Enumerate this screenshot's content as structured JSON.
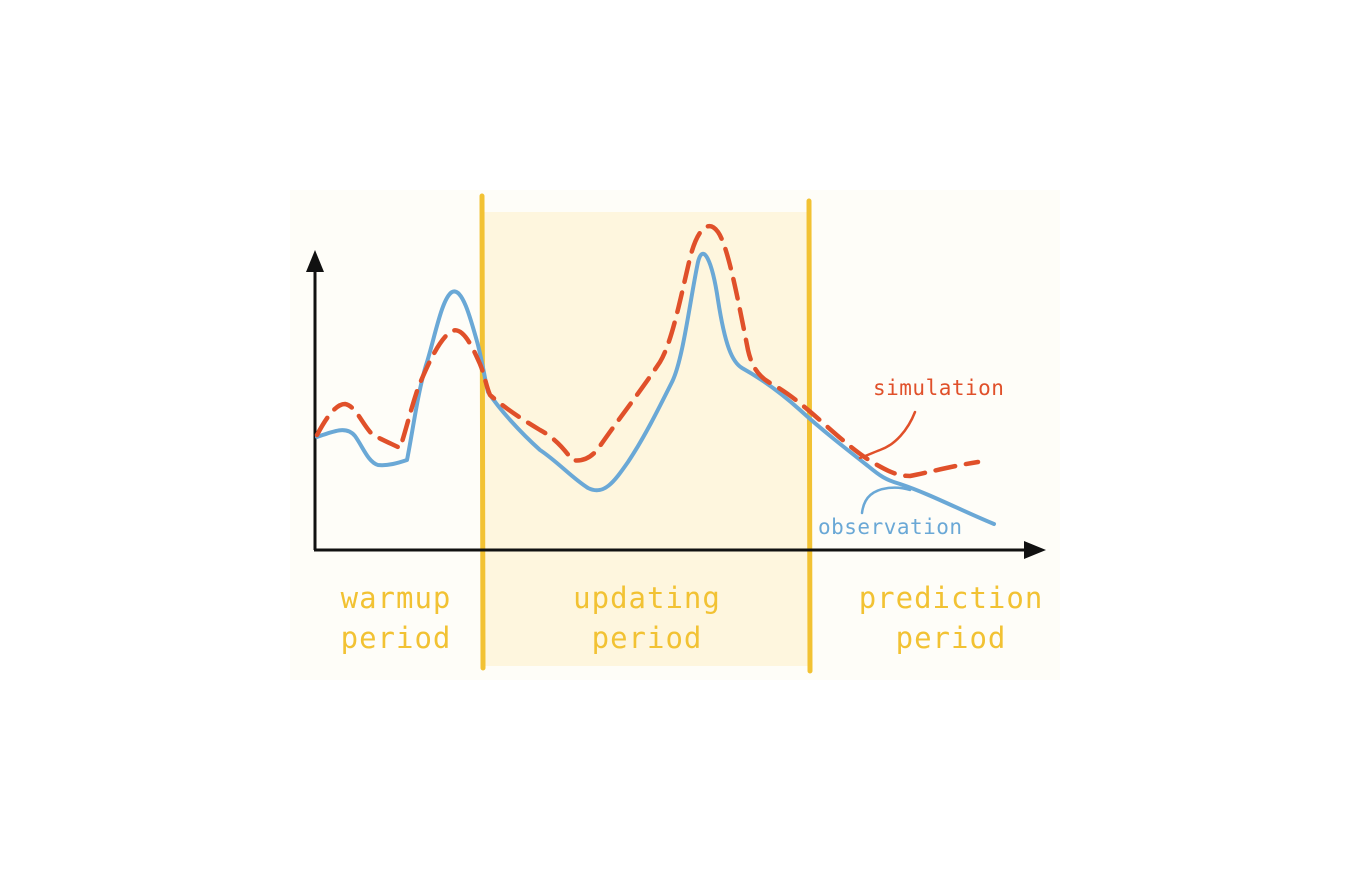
{
  "colors": {
    "period_line": "#f2c233",
    "period_text": "#f2c233",
    "updating_fill": "#fef6de",
    "background": "#fefdf8",
    "axis": "#111111",
    "simulation": "#e0502a",
    "observation": "#6aa8d6"
  },
  "periods": {
    "warmup": {
      "line1": "warmup",
      "line2": "period"
    },
    "updating": {
      "line1": "updating",
      "line2": "period"
    },
    "prediction": {
      "line1": "prediction",
      "line2": "period"
    }
  },
  "series": {
    "simulation": {
      "label": "simulation",
      "style": "dashed"
    },
    "observation": {
      "label": "observation",
      "style": "solid"
    }
  }
}
